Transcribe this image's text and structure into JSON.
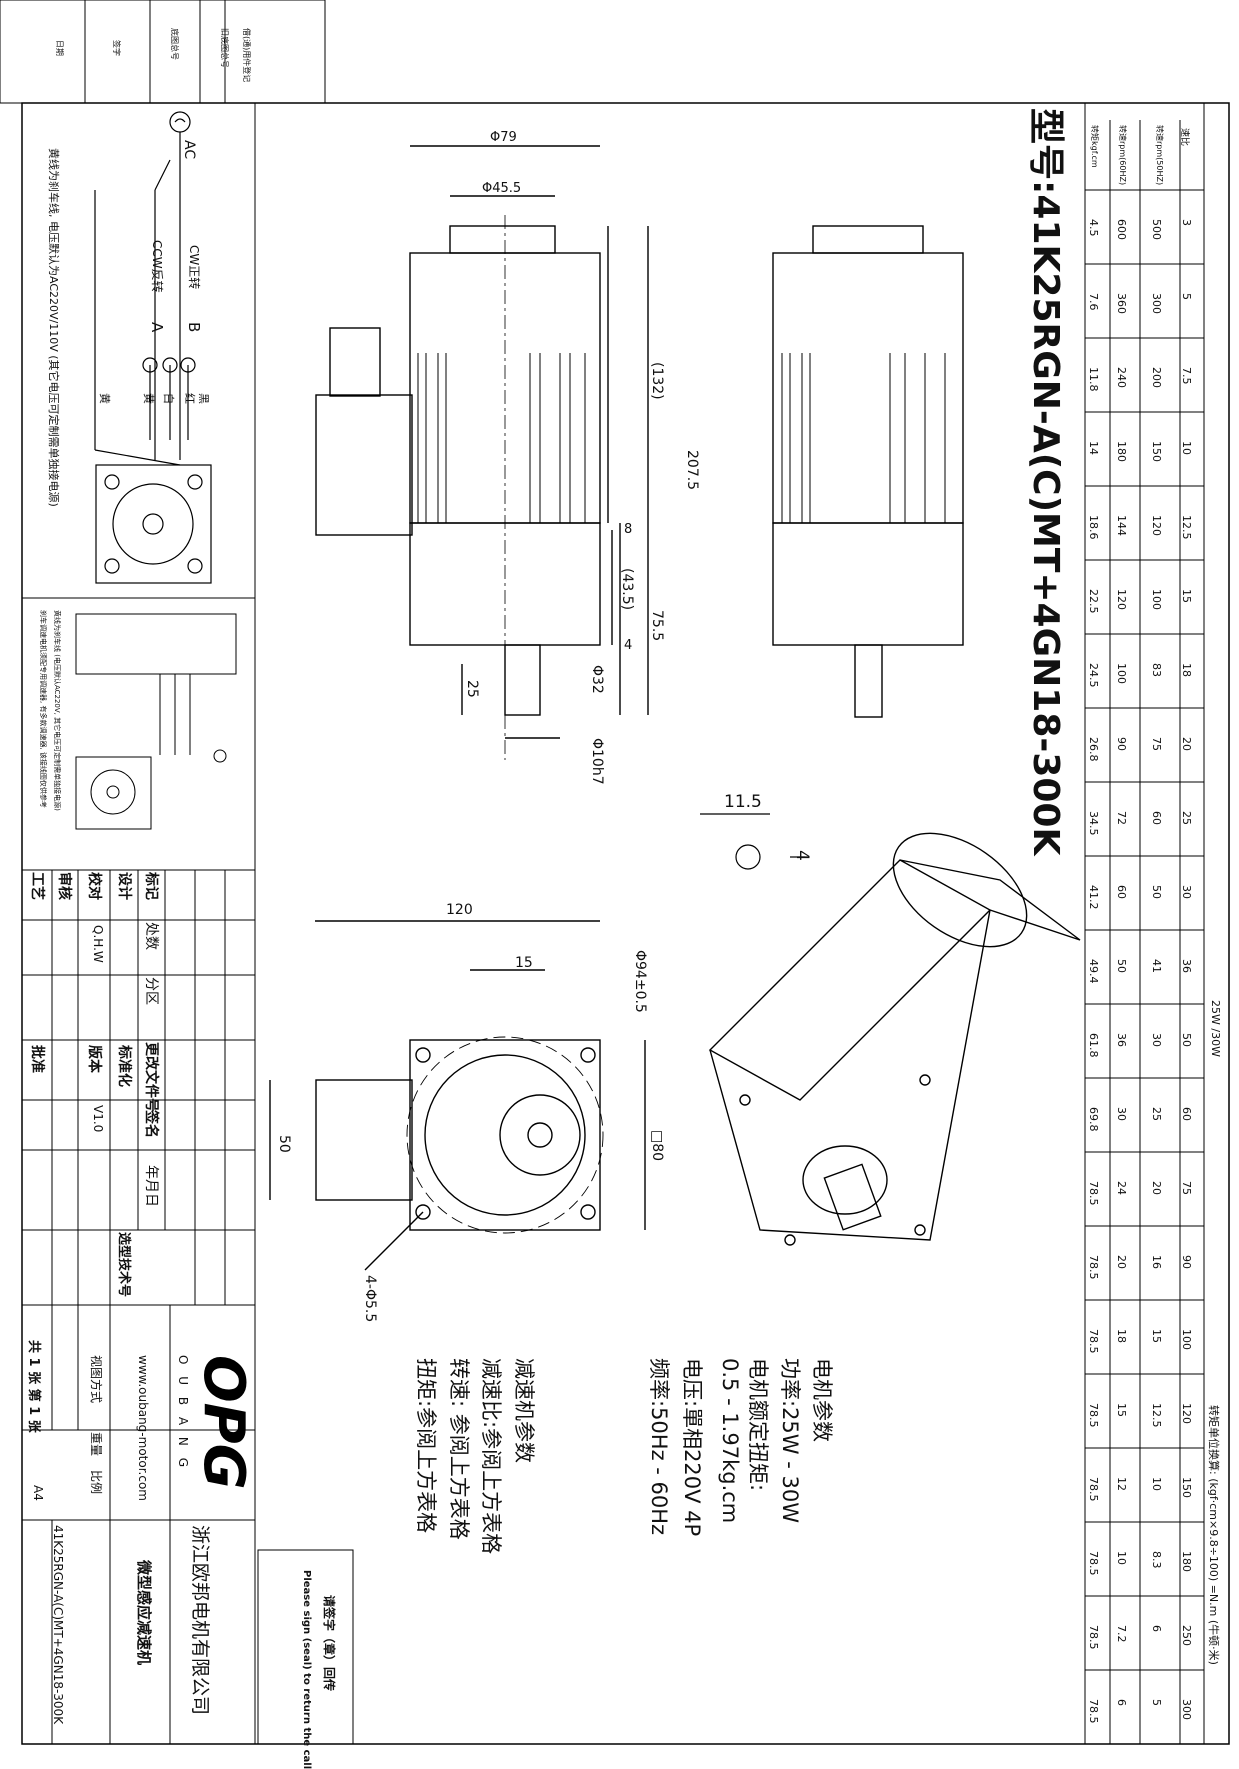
{
  "title": {
    "model": "型号:41K25RGN-A(C)MT+4GN18-300K",
    "power_class": "25W /30W",
    "unit_conversion": "转矩单位换算: (kgf·cm×9.8÷100) =N.m (牛顿·米)"
  },
  "spec_table": {
    "row_labels": [
      "速比",
      "转速rpm(50HZ)",
      "转速rpm(60HZ)",
      "转矩kgf.cm"
    ],
    "ratio": [
      "3",
      "5",
      "7.5",
      "10",
      "12.5",
      "15",
      "18",
      "20",
      "25",
      "30",
      "36",
      "50",
      "60",
      "75",
      "90",
      "100",
      "120",
      "150",
      "180",
      "250",
      "300"
    ],
    "rpm_50hz": [
      "500",
      "300",
      "200",
      "150",
      "120",
      "100",
      "83",
      "75",
      "60",
      "50",
      "41",
      "30",
      "25",
      "20",
      "16",
      "15",
      "12.5",
      "10",
      "8.3",
      "6",
      "5"
    ],
    "rpm_60hz": [
      "600",
      "360",
      "240",
      "180",
      "144",
      "120",
      "100",
      "90",
      "72",
      "60",
      "50",
      "36",
      "30",
      "24",
      "20",
      "18",
      "15",
      "12",
      "10",
      "7.2",
      "6"
    ],
    "torque": [
      "4.5",
      "7.6",
      "11.8",
      "14",
      "18.6",
      "22.5",
      "24.5",
      "26.8",
      "34.5",
      "41.2",
      "49.4",
      "61.8",
      "69.8",
      "78.5",
      "78.5",
      "78.5",
      "78.5",
      "78.5",
      "78.5",
      "78.5",
      "78.5"
    ]
  },
  "dimensions": {
    "d79": "Φ79",
    "d45": "Φ45.5",
    "len207": "207.5",
    "len132": "(132)",
    "len75": "75.5",
    "len43": "(43.5)",
    "gap8": "8",
    "gap4": "4",
    "shaft25": "25",
    "d32": "Φ32",
    "d10": "Φ10h7",
    "key115": "11.5",
    "key4": "4",
    "w120": "120",
    "k15": "15",
    "pcd": "Φ94±0.5",
    "sq80": "□80",
    "h50": "50",
    "holes": "4-Φ5.5"
  },
  "motor_params": {
    "header": "电机参数",
    "power": "功率:25W - 30W",
    "torque_label": "电机额定扭矩:",
    "torque_value": "0.5 - 1.97kg.cm",
    "voltage": "电压:單相220V 4P",
    "frequency": "频率:50Hz - 60Hz"
  },
  "gearbox_params": {
    "header": "减速机参数",
    "ratio": "减速比:参阅上方表格",
    "speed": "转速: 参阅上方表格",
    "torque": "扭矩:参阅上方表格"
  },
  "wiring": {
    "ac": "AC",
    "cw": "CW正转",
    "ccw": "CCW反转",
    "a": "A",
    "b": "B",
    "black": "黑",
    "red": "红",
    "white": "白",
    "yellow1": "黄",
    "yellow2": "黄",
    "note": "黄线为刹车线, 电压默认为AC220V/110V (其它电压可定制需单独接电源)",
    "speed_note": "黄线为刹车线 (电压默认AC220V, 其它电压可定制需单独接电源)",
    "speed_note2": "刹车调速电机须配专用调速器, 有多款调速器, 该接线图仅供参考"
  },
  "title_block": {
    "revision_cols": [
      "标记",
      "处数",
      "分区",
      "更改文件号",
      "签名",
      "年月日"
    ],
    "rows": [
      "设计",
      "校对",
      "审核",
      "工艺"
    ],
    "checker": "Q.H.W",
    "standardization": "标准化",
    "version_label": "版本",
    "version": "V1.0",
    "approve": "批准",
    "selection_no": "选型技术号",
    "brand_logo": "OPG",
    "brand_sub": "O U B A N G",
    "website": "www.oubang-motor.com",
    "projection": "视图方式",
    "weight": "重量",
    "scale": "比例",
    "sheets": "共 1 张 第 1 张",
    "paper": "A4",
    "company": "浙江欧邦电机有限公司",
    "product": "微型感应减速机",
    "drawing_no": "41K25RGN-A(C)MT+4GN18-300K",
    "sign_cn": "请签字（章）回传",
    "sign_en": "Please sign (seal) to return the call"
  },
  "side_strip": [
    "借(通)用件登记",
    "旧底图总号",
    "底图总号",
    "签字",
    "日期"
  ]
}
